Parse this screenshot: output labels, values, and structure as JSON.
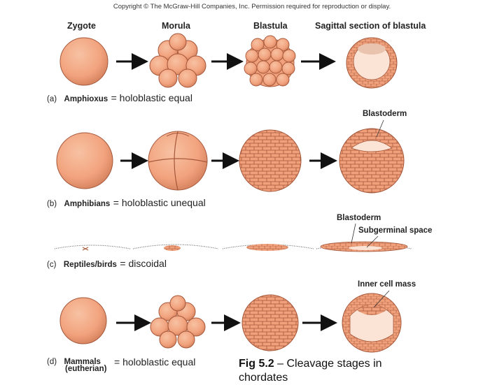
{
  "copyright": "Copyright © The McGraw-Hill Companies, Inc. Permission required for reproduction or display.",
  "columns": [
    "Zygote",
    "Morula",
    "Blastula",
    "Sagittal section of blastula"
  ],
  "rows": [
    {
      "letter": "(a)",
      "name": "Amphioxus",
      "type": "= holoblastic equal"
    },
    {
      "letter": "(b)",
      "name": "Amphibians",
      "type": "= holoblastic unequal"
    },
    {
      "letter": "(c)",
      "name": "Reptiles/birds",
      "type": "= discoidal"
    },
    {
      "letter": "(d)",
      "name": "Mammals",
      "name2": "(eutherian)",
      "type": "= holoblastic equal"
    }
  ],
  "callouts": {
    "blastoderm_b": "Blastoderm",
    "blastoderm_c": "Blastoderm",
    "subgerminal": "Subgerminal space",
    "inner_cell_mass": "Inner cell mass"
  },
  "caption": {
    "label": "Fig 5.2",
    "text": " – Cleavage stages in chordates"
  },
  "colors": {
    "cell_fill": "#f2a37e",
    "cell_stroke": "#a5573a",
    "cell_highlight": "#f7c2a3"
  }
}
